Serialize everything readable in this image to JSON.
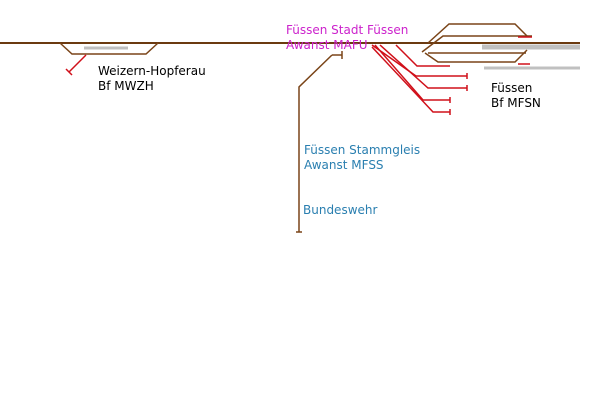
{
  "colors": {
    "track": "#6b3a10",
    "siding": "#d0101a",
    "platform": "#c0c0c0",
    "label_black": "#000000",
    "label_magenta": "#cc22cc",
    "label_blue": "#2a7fb0"
  },
  "stations": {
    "weizern": {
      "name": "Weizern-Hopferau",
      "code": "Bf MWZH"
    },
    "fuessen_stadt": {
      "name": "Füssen Stadt Füssen",
      "code": "Awanst MAFU"
    },
    "fuessen": {
      "name": "Füssen",
      "code": "Bf MFSN"
    },
    "stammgleis": {
      "name": "Füssen Stammgleis",
      "code": "Awanst MFSS"
    },
    "bundeswehr": {
      "name": "Bundeswehr"
    }
  }
}
